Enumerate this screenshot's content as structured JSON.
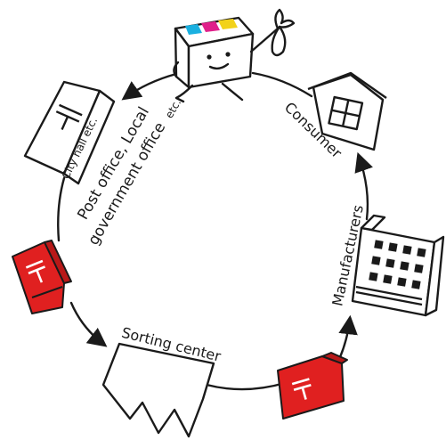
{
  "labels": {
    "post_office_line1": "Post office, Local",
    "post_office_line2": "government office",
    "post_office_etc": "etc.",
    "city_hall": "City hall etc.",
    "sorting_center": "Sorting center",
    "manufacturers": "Manufacturers",
    "consumer": "Consumer"
  },
  "icons": [
    "recycle-box-mascot-icon",
    "city-hall-building-icon",
    "post-box-icon",
    "sorting-center-bag-icon",
    "mail-cart-icon",
    "factory-building-icon",
    "house-icon"
  ],
  "colors": {
    "stroke": "#1a1a1a",
    "postal_red": "#e02020",
    "mascot_cyan": "#1ab0e0",
    "mascot_magenta": "#e0208a",
    "mascot_yellow": "#f2d21a"
  }
}
